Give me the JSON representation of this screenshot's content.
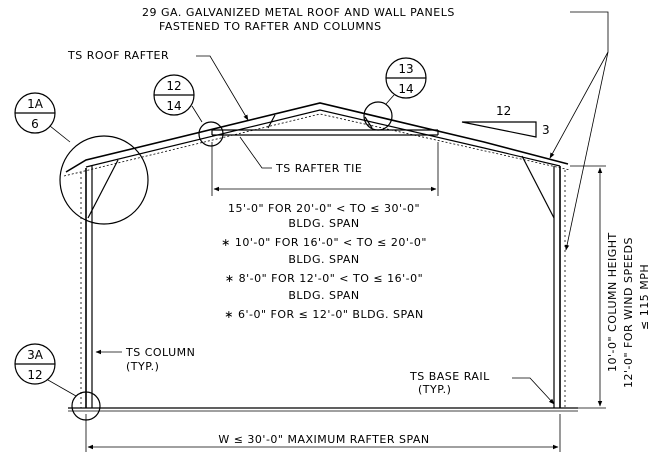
{
  "notes": {
    "panel_note_line1": "29 GA. GALVANIZED METAL ROOF AND WALL PANELS",
    "panel_note_line2": "FASTENED TO RAFTER AND COLUMNS",
    "roof_rafter": "TS ROOF RAFTER",
    "rafter_tie": "TS RAFTER TIE",
    "slope_rise": "3",
    "slope_run": "12",
    "column": "TS COLUMN",
    "column_typ": "(TYP.)",
    "base_rail": "TS BASE RAIL",
    "base_rail_typ": "(TYP.)",
    "max_span": "W ≤ 30'-0\" MAXIMUM RAFTER SPAN"
  },
  "spacing_notes": [
    "15'-0\" FOR 20'-0\" < TO ≤ 30'-0\"",
    "BLDG. SPAN",
    "∗ 10'-0\" FOR 16'-0\" < TO ≤ 20'-0\"",
    "BLDG. SPAN",
    "∗ 8'-0\" FOR 12'-0\" < TO ≤ 16'-0\"",
    "BLDG. SPAN",
    "∗ 6'-0\" FOR ≤ 12'-0\" BLDG. SPAN"
  ],
  "height_notes": {
    "column_height": "10'-0\" COLUMN HEIGHT",
    "wind_line1": "12'-0\" FOR WIND SPEEDS",
    "wind_line2": "≤ 115 MPH"
  },
  "detail_bubbles": [
    {
      "id": "1A",
      "sheet": "6"
    },
    {
      "id": "12",
      "sheet": "14"
    },
    {
      "id": "13",
      "sheet": "14"
    },
    {
      "id": "3A",
      "sheet": "12"
    }
  ]
}
